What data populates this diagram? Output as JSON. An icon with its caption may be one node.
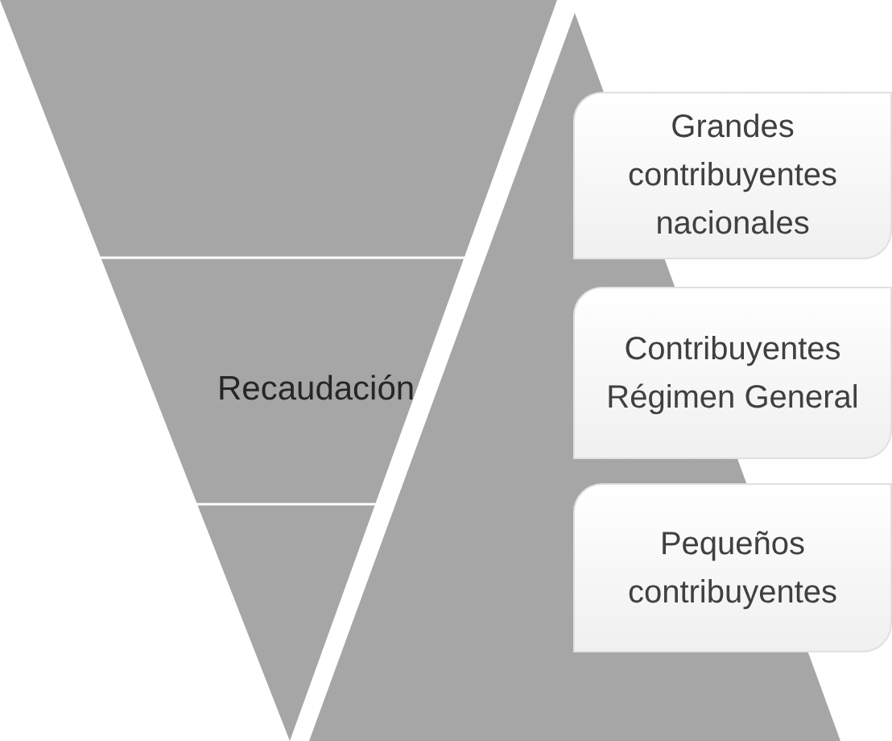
{
  "diagram": {
    "nodes": [
      {
        "text": [
          "Recaudación"
        ]
      },
      {
        "text": [],
        "shape": "triangle"
      },
      {
        "text": [
          "Grandes contribuyentes nacionales"
        ]
      },
      {
        "text": [
          "Contribuyentes Régimen General"
        ]
      },
      {
        "text": [
          "Pequeños contribuyentes"
        ]
      }
    ]
  }
}
